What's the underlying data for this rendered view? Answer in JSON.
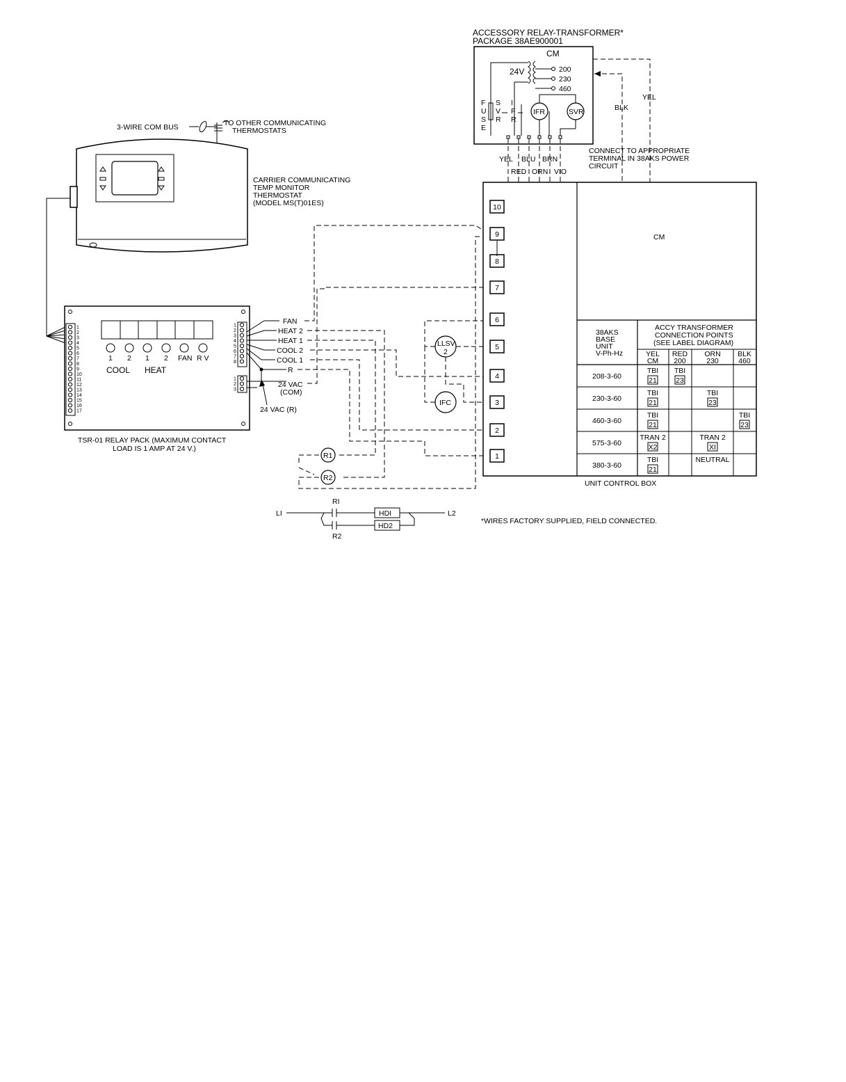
{
  "relay_package": {
    "title_line1": "ACCESSORY RELAY-TRANSFORMER*",
    "title_line2": "PACKAGE 38AE900001",
    "cm": "CM",
    "v24": "24V",
    "taps": [
      "200",
      "230",
      "460"
    ],
    "fuse": "FUSE",
    "svr_side": "SVR",
    "ifr_side": "IFR",
    "ifr": "IFR",
    "svr": "SVR",
    "yel": "YEL",
    "blk": "BLK",
    "wires_top": [
      "YEL",
      "BLU",
      "BRN"
    ],
    "wires_bottom": [
      "RED",
      "ORN",
      "VIO"
    ],
    "connect_note_1": "CONNECT TO APPROPRIATE",
    "connect_note_2": "TERMINAL IN 38AKS POWER",
    "connect_note_3": "CIRCUIT"
  },
  "com_bus": {
    "label": "3-WIRE COM BUS",
    "other_line1": "TO OTHER COMMUNICATING",
    "other_line2": "THERMOSTATS"
  },
  "thermostat": {
    "line1": "CARRIER COMMUNICATING",
    "line2": "TEMP MONITOR",
    "line3": "THERMOSTAT",
    "line4": "(MODEL MS(T)01ES)"
  },
  "relay_pack": {
    "indicator_labels": [
      "1",
      "2",
      "1",
      "2",
      "FAN",
      "R V"
    ],
    "cool": "COOL",
    "heat": "HEAT",
    "left_terminals": [
      "1",
      "2",
      "3",
      "4",
      "5",
      "6",
      "7",
      "8",
      "9",
      "10",
      "11",
      "12",
      "13",
      "14",
      "15",
      "16",
      "17"
    ],
    "right_terminals_a": [
      "1",
      "2",
      "3",
      "4",
      "5",
      "6",
      "7",
      "8"
    ],
    "right_terminals_b": [
      "1",
      "2",
      "3"
    ],
    "outputs": [
      "FAN",
      "HEAT 2",
      "HEAT 1",
      "COOL 2",
      "COOL 1",
      "R"
    ],
    "vac_com_1": "24 VAC",
    "vac_com_2": "(COM)",
    "vac_r": "24 VAC (R)",
    "caption_1": "TSR-01 RELAY PACK (MAXIMUM CONTACT",
    "caption_2": "LOAD IS 1 AMP AT 24 V.)"
  },
  "components": {
    "llsv_1": "LLSV",
    "llsv_2": "2",
    "ifc": "IFC",
    "r1": "R1",
    "r2": "R2"
  },
  "unit_box": {
    "terminals": [
      "10",
      "9",
      "8",
      "7",
      "6",
      "5",
      "4",
      "3",
      "2",
      "1"
    ],
    "cm": "CM",
    "caption": "UNIT CONTROL BOX"
  },
  "table": {
    "head_unit": [
      "38AKS",
      "BASE",
      "UNIT",
      "V-Ph-Hz"
    ],
    "head_group": [
      "ACCY TRANSFORMER",
      "CONNECTION POINTS",
      "(SEE LABEL DIAGRAM)"
    ],
    "cols": [
      [
        "YEL",
        "CM"
      ],
      [
        "RED",
        "200"
      ],
      [
        "ORN",
        "230"
      ],
      [
        "BLK",
        "460"
      ]
    ],
    "rows": [
      {
        "unit": "208-3-60",
        "cells": [
          [
            "TBI",
            "21"
          ],
          [
            "TBI",
            "23"
          ],
          [
            "",
            ""
          ],
          [
            "",
            ""
          ]
        ]
      },
      {
        "unit": "230-3-60",
        "cells": [
          [
            "TBI",
            "21"
          ],
          [
            "",
            ""
          ],
          [
            "TBI",
            "23"
          ],
          [
            "",
            ""
          ]
        ]
      },
      {
        "unit": "460-3-60",
        "cells": [
          [
            "TBI",
            "21"
          ],
          [
            "",
            ""
          ],
          [
            "",
            ""
          ],
          [
            "TBI",
            "23"
          ]
        ]
      },
      {
        "unit": "575-3-60",
        "cells": [
          [
            "TRAN 2",
            "X2"
          ],
          [
            "",
            ""
          ],
          [
            "TRAN 2",
            "XI"
          ],
          [
            "",
            ""
          ]
        ]
      },
      {
        "unit": "380-3-60",
        "cells": [
          [
            "TBI",
            "21"
          ],
          [
            "",
            ""
          ],
          [
            "NEUTRAL",
            ""
          ],
          [
            "",
            ""
          ]
        ]
      }
    ]
  },
  "ladder": {
    "l1": "LI",
    "l2": "L2",
    "r1": "RI",
    "r2": "R2",
    "hd1": "HDI",
    "hd2": "HD2"
  },
  "footnote": "*WIRES FACTORY SUPPLIED, FIELD CONNECTED."
}
